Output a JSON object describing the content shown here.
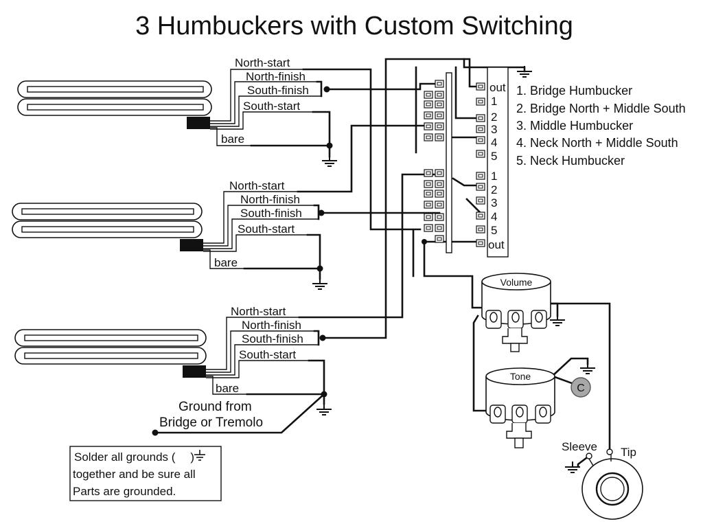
{
  "title": "3 Humbuckers with Custom Switching",
  "pickups": [
    {
      "north_start": "North-start",
      "north_finish": "North-finish",
      "south_finish": "South-finish",
      "south_start": "South-start",
      "bare": "bare"
    },
    {
      "north_start": "North-start",
      "north_finish": "North-finish",
      "south_finish": "South-finish",
      "south_start": "South-start",
      "bare": "bare"
    },
    {
      "north_start": "North-start",
      "north_finish": "North-finish",
      "south_finish": "South-finish",
      "south_start": "South-start",
      "bare": "bare"
    }
  ],
  "switch": {
    "labels_top": [
      "out",
      "1",
      "2",
      "3",
      "4",
      "5"
    ],
    "labels_bottom": [
      "1",
      "2",
      "3",
      "4",
      "5",
      "out"
    ]
  },
  "positions": [
    "1. Bridge Humbucker",
    "2. Bridge North + Middle South",
    "3. Middle Humbucker",
    "4. Neck North + Middle South",
    "5. Neck Humbucker"
  ],
  "pots": {
    "volume": "Volume",
    "tone": "Tone"
  },
  "capacitor": "C",
  "jack": {
    "sleeve": "Sleeve",
    "tip": "Tip"
  },
  "ground_note": {
    "line1": "Ground from",
    "line2": "Bridge or Tremolo"
  },
  "solder_note": {
    "line1": "Solder all grounds (",
    "line1_end": ")",
    "line2": "together and be sure all",
    "line3": "Parts are grounded."
  }
}
